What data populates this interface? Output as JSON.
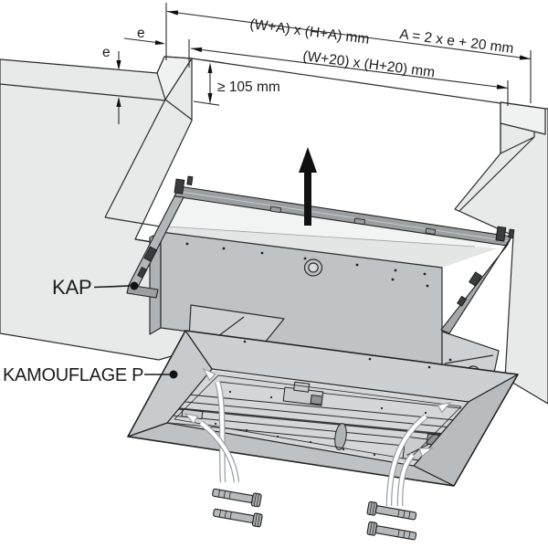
{
  "diagram": {
    "labels": {
      "kap": "KAP",
      "kamouflage": "KAMOUFLAGE P"
    },
    "dimensions": {
      "outer": "(W+A) x (H+A) mm",
      "formula": "A = 2 x e + 20 mm",
      "inner": "(W+20) x (H+20) mm",
      "min_depth": "≥ 105 mm",
      "edge_offset": "e",
      "panel_thickness": "e"
    },
    "colors": {
      "line": "#2b2b2b",
      "ceiling": "#e8eaea",
      "ceiling_cut_face": "#f0f1f1",
      "recess_strip": "#f2f3f3",
      "recess_strip_lower": "#e4e6e6",
      "unit_body": "#c0c3c5",
      "kap_rail": "#9b9fa2",
      "kap_rail_side": "#b2b6b8",
      "bezel_top": "#cdd0d2",
      "bezel_left": "#c8cbcd",
      "bezel_right": "#b9bcbe",
      "bezel_bottom": "#bfc2c4",
      "bezel_interior": "#d4d6d8",
      "screw": "#b7babc",
      "guide_arrow_outline": "#9aa0a3",
      "lift_arrow": "#111111"
    }
  }
}
